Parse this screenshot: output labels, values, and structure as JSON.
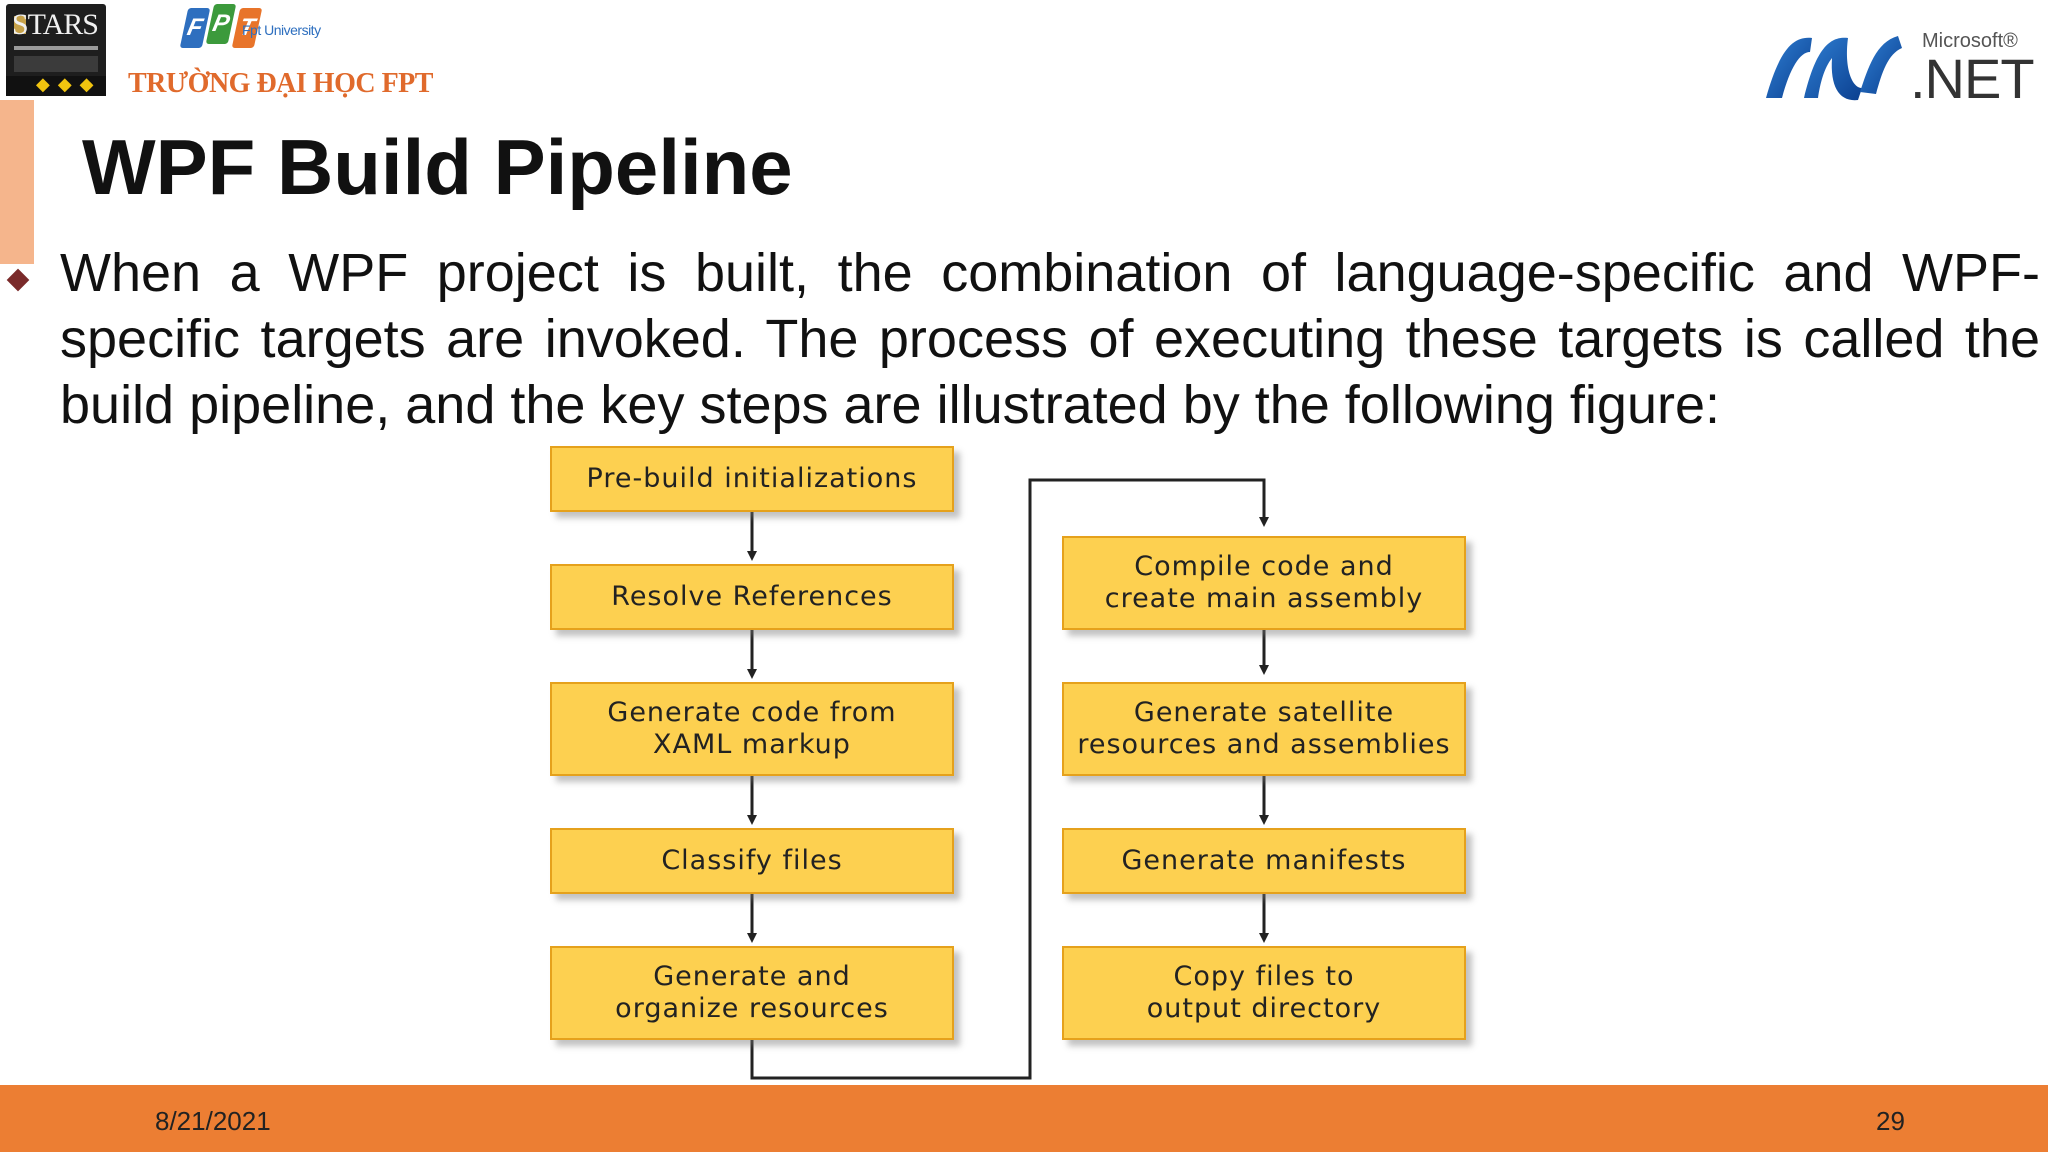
{
  "header": {
    "stars_logo_text": "STARS",
    "fpt_letters": [
      "F",
      "P",
      "T"
    ],
    "fpt_university": "Fpt University",
    "school_name": "TRƯỜNG ĐẠI HỌC FPT",
    "microsoft_text": "Microsoft®",
    "net_text": ".NET"
  },
  "slide": {
    "title": "WPF Build Pipeline",
    "bullet": "When a WPF project is built, the combination of language-specific and WPF-specific targets are invoked. The process of executing these targets is called the build pipeline, and the key steps are illustrated by the following figure:"
  },
  "diagram": {
    "left_column": [
      {
        "lines": [
          "Pre-build initializations"
        ]
      },
      {
        "lines": [
          "Resolve References"
        ]
      },
      {
        "lines": [
          "Generate code from",
          "XAML markup"
        ]
      },
      {
        "lines": [
          "Classify files"
        ]
      },
      {
        "lines": [
          "Generate and",
          "organize resources"
        ]
      }
    ],
    "right_column": [
      {
        "lines": [
          "Compile code and",
          "create main assembly"
        ]
      },
      {
        "lines": [
          "Generate satellite",
          "resources and assemblies"
        ]
      },
      {
        "lines": [
          "Generate manifests"
        ]
      },
      {
        "lines": [
          "Copy files to",
          "output directory"
        ]
      }
    ],
    "colors": {
      "box_fill": "#fdd050",
      "box_border": "#e5a11c",
      "connector": "#222222"
    }
  },
  "footer": {
    "date": "8/21/2021",
    "page_number": "29",
    "bar_color": "#ec7e33"
  }
}
